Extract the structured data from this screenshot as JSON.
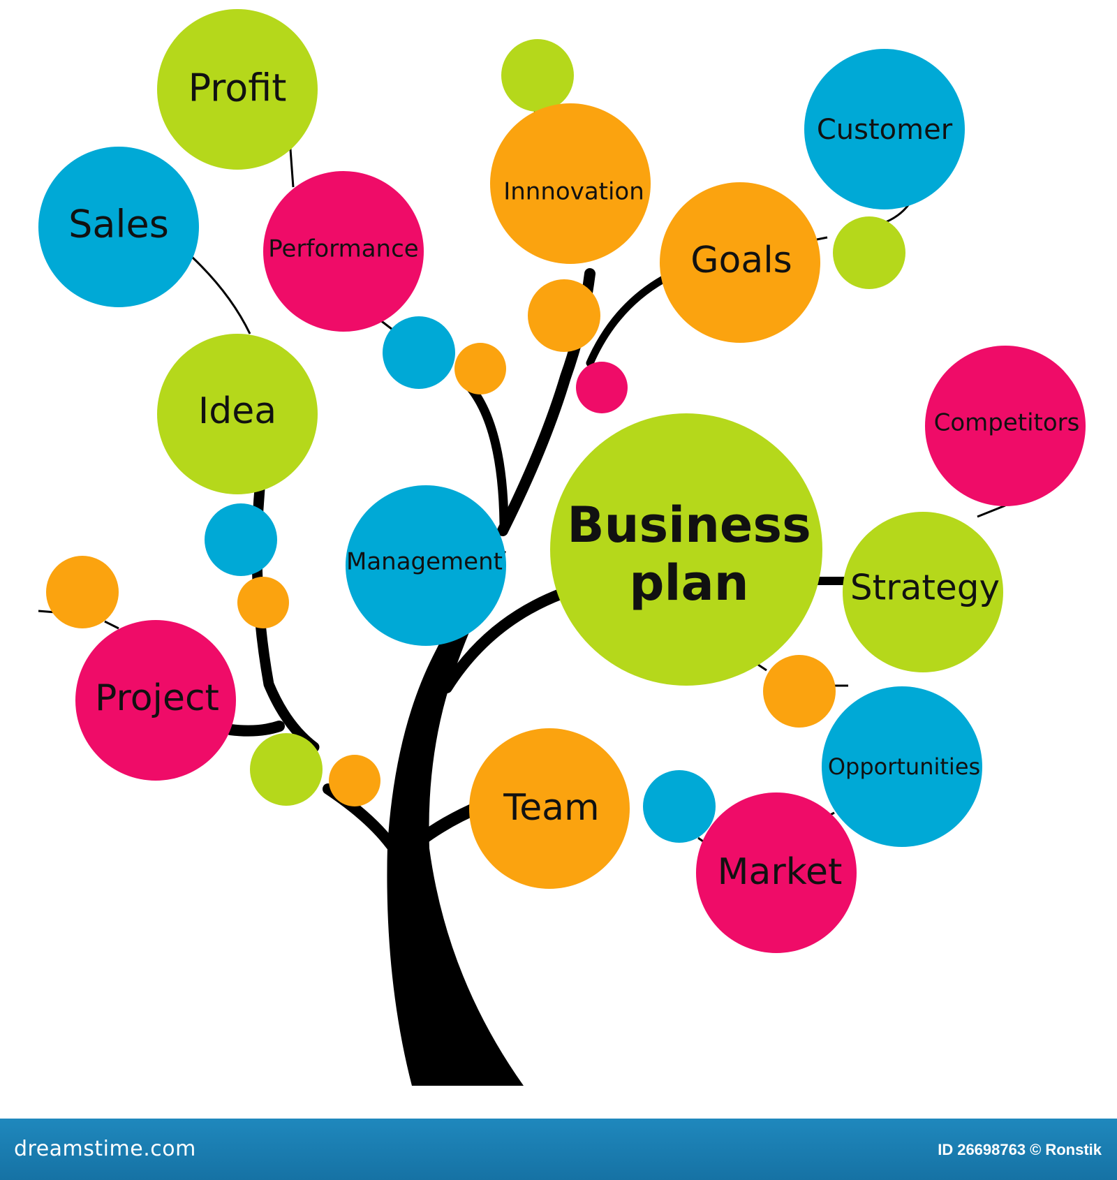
{
  "colors": {
    "green": "#b5d81b",
    "blue": "#00a9d6",
    "pink": "#ef0c68",
    "orange": "#fba30f",
    "trunk": "#000000",
    "footer": "#1b7fb3"
  },
  "title": {
    "line1": "Business",
    "line2": "plan"
  },
  "labels": {
    "profit": "Profit",
    "sales": "Sales",
    "performance": "Performance",
    "innovation": "Innnovation",
    "customer": "Customer",
    "goals": "Goals",
    "idea": "Idea",
    "competitors": "Competitors",
    "management": "Management",
    "strategy": "Strategy",
    "project": "Project",
    "opportunities": "Opportunities",
    "team": "Team",
    "market": "Market"
  },
  "footer": {
    "brand": "dreamstime.com",
    "id_label": "ID",
    "id_number": "26698763",
    "copyright": "©",
    "author": "Ronstik"
  }
}
